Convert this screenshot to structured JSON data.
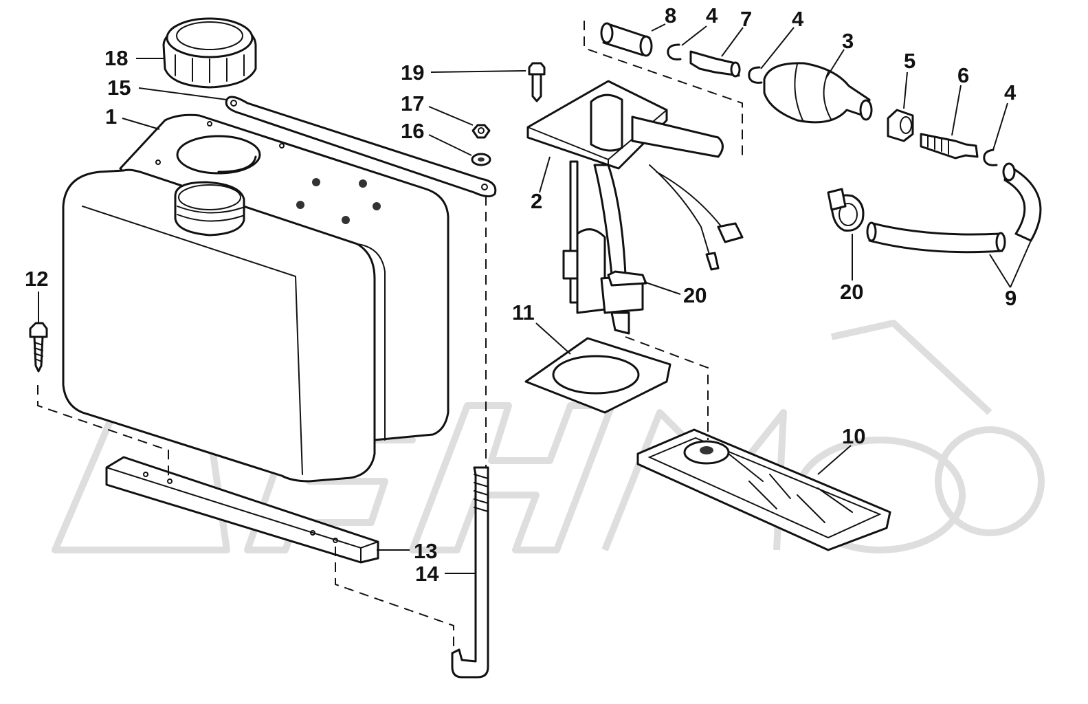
{
  "diagram": {
    "callouts": [
      {
        "id": "c18",
        "label": "18"
      },
      {
        "id": "c15",
        "label": "15"
      },
      {
        "id": "c1",
        "label": "1"
      },
      {
        "id": "c12",
        "label": "12"
      },
      {
        "id": "c19",
        "label": "19"
      },
      {
        "id": "c17",
        "label": "17"
      },
      {
        "id": "c16",
        "label": "16"
      },
      {
        "id": "c2",
        "label": "2"
      },
      {
        "id": "c8",
        "label": "8"
      },
      {
        "id": "c4a",
        "label": "4"
      },
      {
        "id": "c7",
        "label": "7"
      },
      {
        "id": "c4b",
        "label": "4"
      },
      {
        "id": "c3",
        "label": "3"
      },
      {
        "id": "c5",
        "label": "5"
      },
      {
        "id": "c6",
        "label": "6"
      },
      {
        "id": "c4c",
        "label": "4"
      },
      {
        "id": "c20a",
        "label": "20"
      },
      {
        "id": "c20b",
        "label": "20"
      },
      {
        "id": "c9",
        "label": "9"
      },
      {
        "id": "c11",
        "label": "11"
      },
      {
        "id": "c10",
        "label": "10"
      },
      {
        "id": "c13",
        "label": "13"
      },
      {
        "id": "c14",
        "label": "14"
      }
    ]
  },
  "colors": {
    "line": "#111111",
    "background": "#ffffff",
    "watermark": "#dedede"
  }
}
